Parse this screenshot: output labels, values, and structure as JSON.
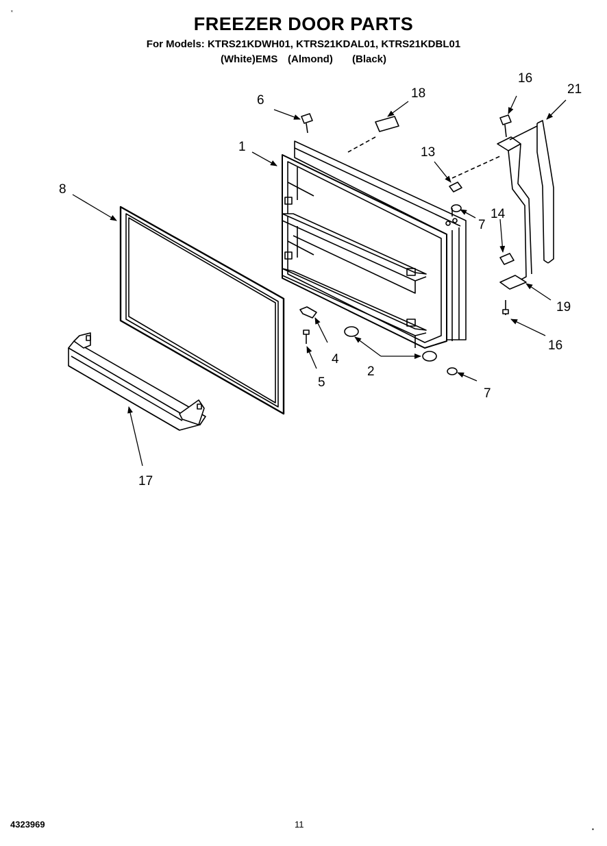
{
  "header": {
    "title": "FREEZER DOOR PARTS",
    "models_line": "For Models: KTRS21KDWH01, KTRS21KDAL01, KTRS21KDBL01",
    "colors": [
      "(White)EMS",
      "(Almond)",
      "(Black)"
    ]
  },
  "corner_marks": {
    "top_left": "˟",
    "bottom_right": "▪"
  },
  "callouts": {
    "c1": "1",
    "c2": "2",
    "c4": "4",
    "c5": "5",
    "c6": "6",
    "c7a": "7",
    "c7b": "7",
    "c8": "8",
    "c13": "13",
    "c14": "14",
    "c16a": "16",
    "c16b": "16",
    "c17": "17",
    "c18": "18",
    "c19": "19",
    "c21": "21"
  },
  "footer": {
    "doc_number": "4323969",
    "page_number": "11"
  }
}
